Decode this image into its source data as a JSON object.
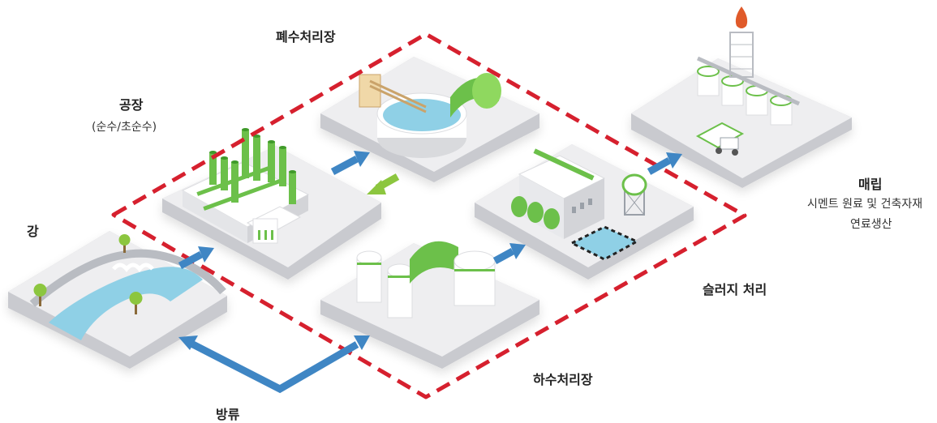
{
  "labels": {
    "wastewater_plant": "폐수처리장",
    "factory": "공장",
    "factory_sub": "(순수/초순수)",
    "river": "강",
    "sewage_plant": "하수처리장",
    "sludge": "슬러지 처리",
    "landfill": "매립",
    "landfill_sub1": "시멘트 원료 및 건축자재",
    "landfill_sub2": "연료생산",
    "discharge": "방류"
  },
  "colors": {
    "tile": "#eeeef0",
    "tile_side": "#c9cacf",
    "green": "#6cc04a",
    "green_dark": "#3f9a2a",
    "arrow_blue": "#3f86c4",
    "arrow_green": "#8cc63f",
    "dashed_red": "#d6202e",
    "water": "#8fd0e6",
    "flame": "#e05a2a"
  }
}
